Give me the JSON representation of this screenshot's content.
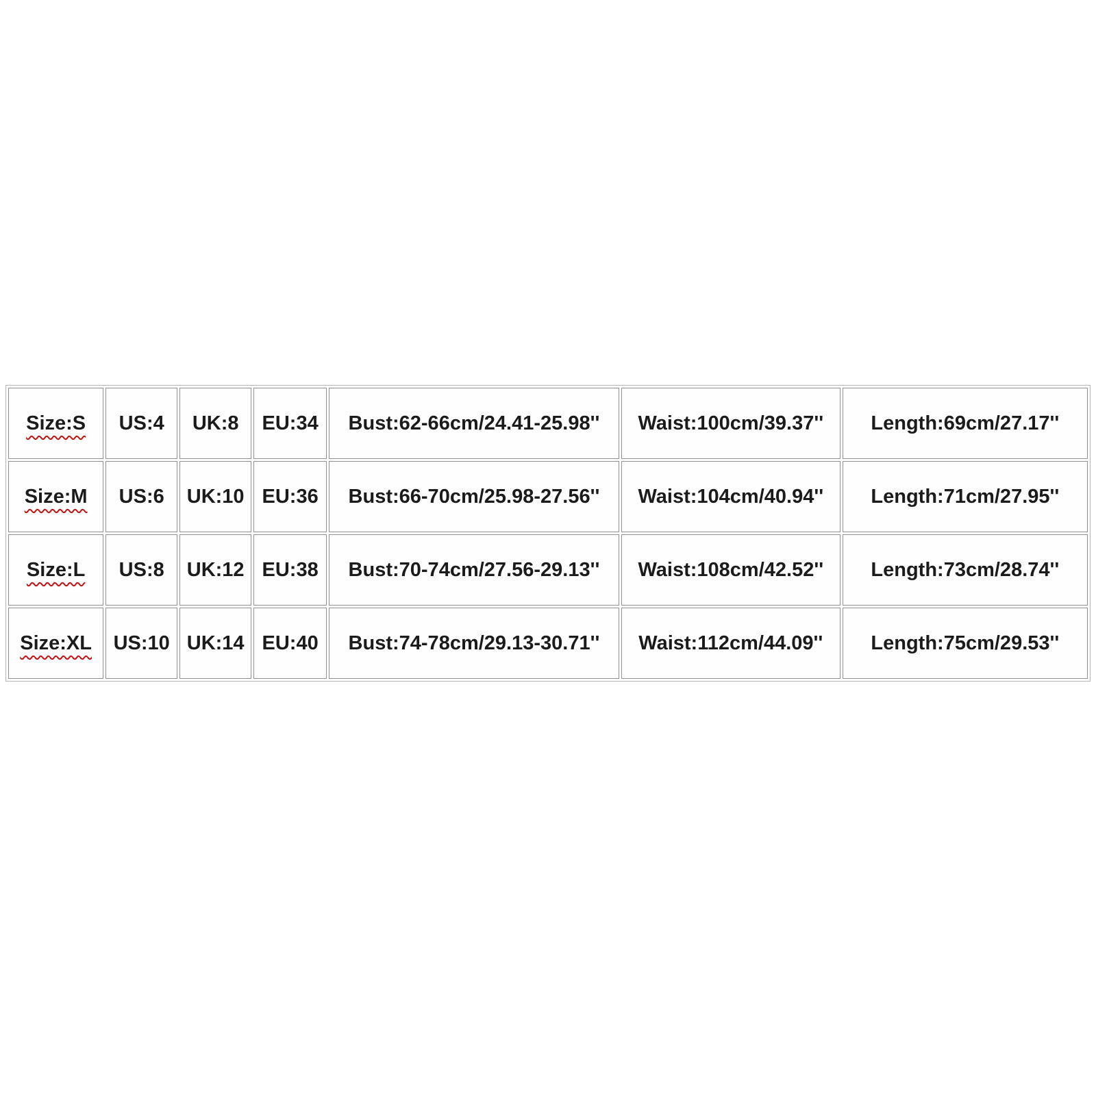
{
  "style": {
    "background": "#ffffff",
    "text_color": "#1b1b1b",
    "table_outer_border": "#b4b4b4",
    "cell_border": "#909090",
    "squiggle_color": "#c41212"
  },
  "chart_data": {
    "type": "table",
    "title": "",
    "columns": [
      "size",
      "us",
      "uk",
      "eu",
      "bust",
      "waist",
      "length"
    ],
    "rows": [
      [
        "Size:S",
        "US:4",
        "UK:8",
        "EU:34",
        "Bust:62-66cm/24.41-25.98''",
        "Waist:100cm/39.37''",
        "Length:69cm/27.17''"
      ],
      [
        "Size:M",
        "US:6",
        "UK:10",
        "EU:36",
        "Bust:66-70cm/25.98-27.56''",
        "Waist:104cm/40.94''",
        "Length:71cm/27.95''"
      ],
      [
        "Size:L",
        "US:8",
        "UK:12",
        "EU:38",
        "Bust:70-74cm/27.56-29.13''",
        "Waist:108cm/42.52''",
        "Length:73cm/28.74''"
      ],
      [
        "Size:XL",
        "US:10",
        "UK:14",
        "EU:40",
        "Bust:74-78cm/29.13-30.71''",
        "Waist:112cm/44.09''",
        "Length:75cm/29.53''"
      ]
    ],
    "layout": {
      "grid": true,
      "rows_count": 4,
      "columns_count": 7,
      "sizes": [
        "S",
        "M",
        "L",
        "XL"
      ],
      "size_labels_spellcheck_underline": true
    }
  }
}
